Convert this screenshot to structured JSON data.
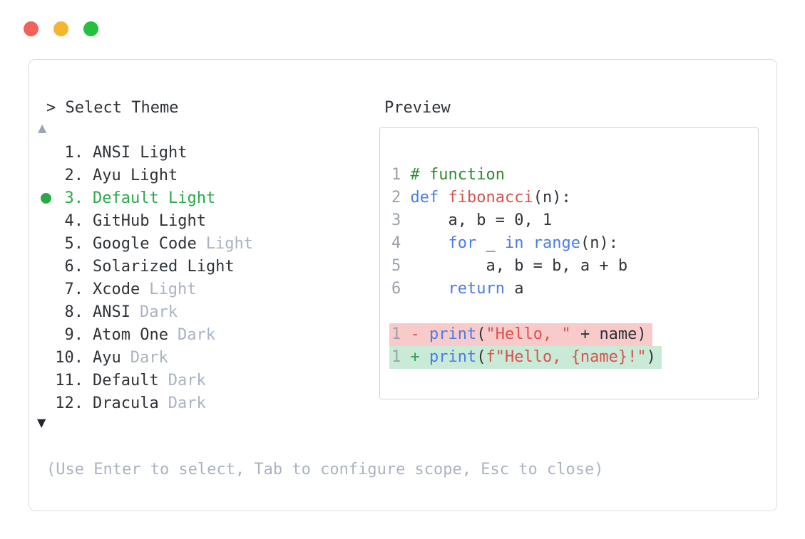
{
  "colors": {
    "panel-border": "#d9dde4",
    "box-border": "#cdd2da",
    "text-dark": "#2e3338",
    "text-muted": "#a9b3c2",
    "line-number": "#9aa2ab",
    "scroll-up": "#9aa5b6",
    "scroll-down": "#22272e",
    "accent-green": "#2ba84a",
    "comment-green": "#2e8b2e",
    "kw-blue": "#4a7de8",
    "fn-red": "#d8524e",
    "str-red": "#d8524e",
    "minus-red": "#d8524e",
    "plus-green": "#2f9e4f",
    "removed-bg": "#f9caca",
    "added-bg": "#c9ead6",
    "tl-red": "#f4605a",
    "tl-yellow": "#f3b72f",
    "tl-green": "#23c13e"
  },
  "window": {
    "controls": [
      {
        "name": "close",
        "color_key": "tl-red"
      },
      {
        "name": "minimize",
        "color_key": "tl-yellow"
      },
      {
        "name": "maximize",
        "color_key": "tl-green"
      }
    ]
  },
  "theme_picker": {
    "prompt": "> Select Theme",
    "scroll_up_icon": "▲",
    "scroll_down_icon": "▼",
    "items": [
      {
        "number": "1.",
        "name": "ANSI Light",
        "suffix": "",
        "selected": false
      },
      {
        "number": "2.",
        "name": "Ayu Light",
        "suffix": "",
        "selected": false
      },
      {
        "number": "3.",
        "name": "Default Light",
        "suffix": "",
        "selected": true
      },
      {
        "number": "4.",
        "name": "GitHub Light",
        "suffix": "",
        "selected": false
      },
      {
        "number": "5.",
        "name": "Google Code",
        "suffix": "Light",
        "selected": false
      },
      {
        "number": "6.",
        "name": "Solarized Light",
        "suffix": "",
        "selected": false
      },
      {
        "number": "7.",
        "name": "Xcode",
        "suffix": "Light",
        "selected": false
      },
      {
        "number": "8.",
        "name": "ANSI",
        "suffix": "Dark",
        "selected": false
      },
      {
        "number": "9.",
        "name": "Atom One",
        "suffix": "Dark",
        "selected": false
      },
      {
        "number": "10.",
        "name": "Ayu",
        "suffix": "Dark",
        "selected": false
      },
      {
        "number": "11.",
        "name": "Default",
        "suffix": "Dark",
        "selected": false
      },
      {
        "number": "12.",
        "name": "Dracula",
        "suffix": "Dark",
        "selected": false
      }
    ],
    "help_text": "(Use Enter to select, Tab to configure scope, Esc to close)"
  },
  "preview": {
    "label": "Preview",
    "lines": [
      {
        "num": "1",
        "bg": null,
        "tokens": [
          [
            "comment",
            "# function"
          ]
        ]
      },
      {
        "num": "2",
        "bg": null,
        "tokens": [
          [
            "kw",
            "def"
          ],
          [
            "plain",
            " "
          ],
          [
            "fn",
            "fibonacci"
          ],
          [
            "plain",
            "(n):"
          ]
        ]
      },
      {
        "num": "3",
        "bg": null,
        "tokens": [
          [
            "plain",
            "    a, b = 0, 1"
          ]
        ]
      },
      {
        "num": "4",
        "bg": null,
        "tokens": [
          [
            "plain",
            "    "
          ],
          [
            "kw",
            "for"
          ],
          [
            "plain",
            " _ "
          ],
          [
            "kw",
            "in"
          ],
          [
            "plain",
            " "
          ],
          [
            "kw",
            "range"
          ],
          [
            "plain",
            "(n):"
          ]
        ]
      },
      {
        "num": "5",
        "bg": null,
        "tokens": [
          [
            "plain",
            "        a, b = b, a + b"
          ]
        ]
      },
      {
        "num": "6",
        "bg": null,
        "tokens": [
          [
            "plain",
            "    "
          ],
          [
            "kw",
            "return"
          ],
          [
            "plain",
            " a"
          ]
        ]
      },
      {
        "num": "",
        "bg": null,
        "tokens": []
      },
      {
        "num": "1",
        "bg": "removed",
        "tokens": [
          [
            "minus",
            "- "
          ],
          [
            "kw",
            "print"
          ],
          [
            "plain",
            "("
          ],
          [
            "str",
            "\"Hello, \""
          ],
          [
            "plain",
            " + name)"
          ]
        ]
      },
      {
        "num": "1",
        "bg": "added",
        "tokens": [
          [
            "plus",
            "+ "
          ],
          [
            "kw",
            "print"
          ],
          [
            "plain",
            "("
          ],
          [
            "str",
            "f\"Hello, {name}!\""
          ],
          [
            "plain",
            ")"
          ]
        ]
      }
    ]
  }
}
